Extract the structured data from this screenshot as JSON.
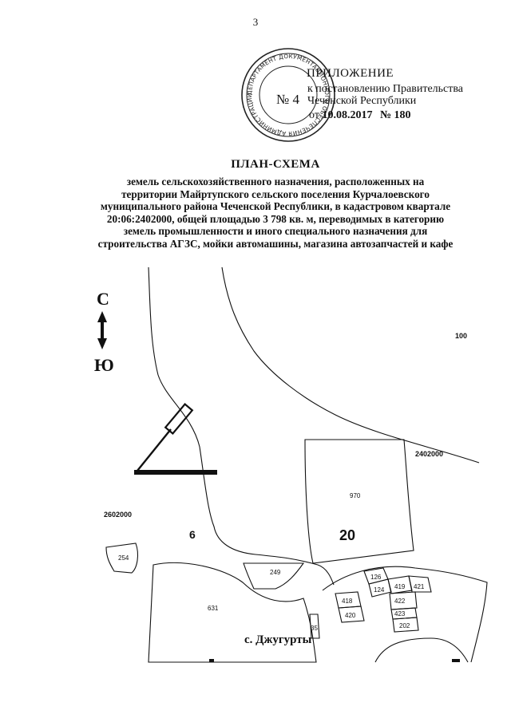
{
  "page_number": "3",
  "appendix": {
    "label": "ПРИЛОЖЕНИЕ",
    "line2": "к постановлению Правительства",
    "number": "№ 4",
    "line3": "Чеченской Республики",
    "date_prefix": "от",
    "date": "10.08.2017",
    "num_prefix": "№",
    "doc_num": "180"
  },
  "stamp": {
    "text": "ДЕПАРТАМЕНТ ДОКУМЕНТАЦИОННОГО ОБЕСПЕЧЕНИЯ АДМИНИСТРАЦИИ ГЛАВЫ И ПРАВИТЕЛЬСТВА"
  },
  "title": "ПЛАН-СХЕМА",
  "subtitle_lines": [
    "земель сельскохозяйственного назначения, расположенных на",
    "территории Майртупского сельского поселения Курчалоевского",
    "муниципального района Чеченской Республики, в кадастровом квартале",
    "20:06:2402000, общей площадью 3 798 кв. м, переводимых в категорию",
    "земель промышленности и иного специального назначения для",
    "строительства АГЗС, мойки автомашины, магазина автозапчастей и кафе"
  ],
  "map": {
    "compass_north": "С",
    "compass_south": "Ю",
    "labels": {
      "q2402000": "2402000",
      "q2602000": "2602000",
      "p970": "970",
      "p6": "6",
      "p20": "20",
      "p100": "100",
      "p254": "254",
      "p249": "249",
      "p631": "631",
      "p126": "126",
      "p124": "124",
      "p419": "419",
      "p421": "421",
      "p418": "418",
      "p420": "420",
      "p422": "422",
      "p423": "423",
      "p202": "202",
      "p35": "35"
    },
    "village": "с. Джугурты"
  }
}
